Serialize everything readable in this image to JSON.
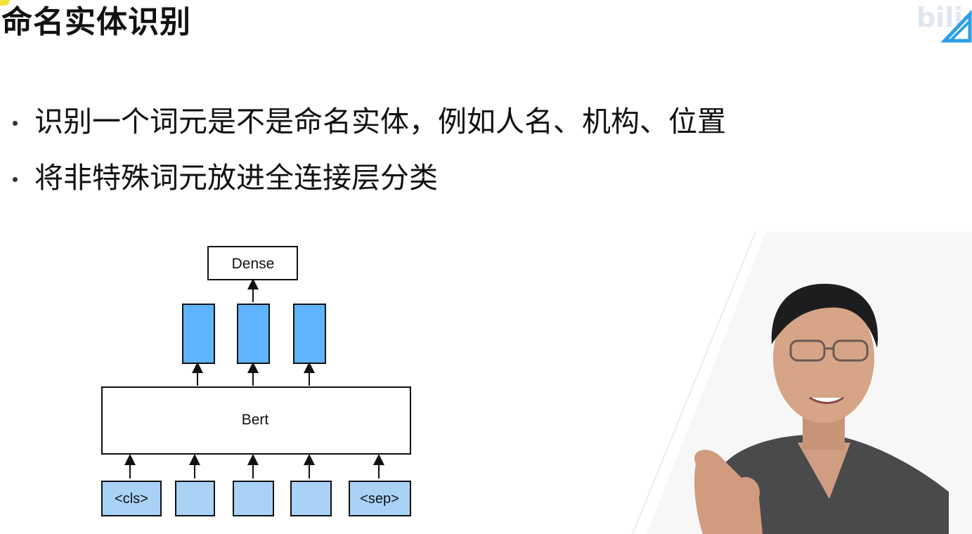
{
  "slide": {
    "title": "命名实体识别",
    "bullets": [
      "识别一个词元是不是命名实体，例如人名、机构、位置",
      "将非特殊词元放进全连接层分类"
    ]
  },
  "diagram": {
    "dense_label": "Dense",
    "bert_label": "Bert",
    "cls_label": "<cls>",
    "sep_label": "<sep>",
    "output_box_color": "#5fb3ff",
    "input_box_color": "#a9d2f7"
  },
  "watermark": {
    "text": "bili"
  }
}
